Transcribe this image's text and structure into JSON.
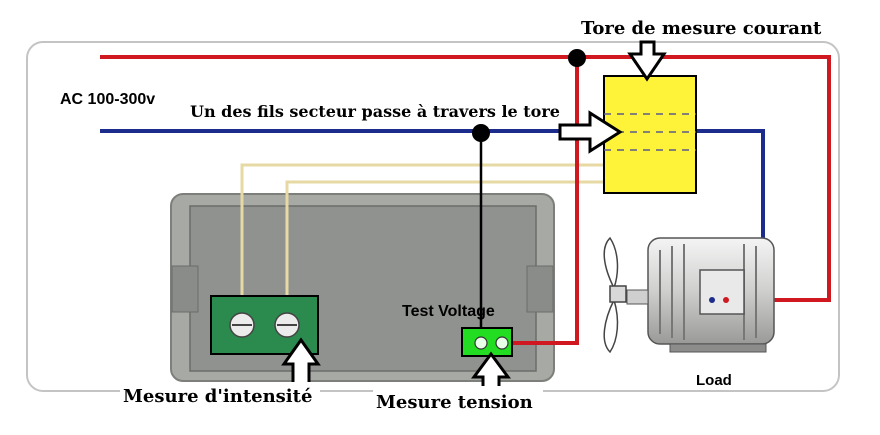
{
  "labels": {
    "supply": "AC 100-300v",
    "current_sensor": "Tore de mesure courant",
    "wire_through": "Un des fils secteur passe à travers le tore",
    "test_voltage": "Test Voltage",
    "current_measure": "Mesure d'intensité",
    "voltage_measure": "Mesure tension",
    "load": "Load"
  },
  "colors": {
    "live_wire": "#d01820",
    "neutral_wire": "#1c2c8c",
    "sensor_ring": "#fff33a",
    "meter_body": "#a9aba6",
    "meter_face": "#8e918d",
    "current_terminal": "#2b8a4e",
    "voltage_terminal": "#22dd22",
    "sense_wire": "#d9c98a"
  },
  "icons": [
    "arrow-down-icon",
    "arrow-right-icon",
    "arrow-up-icon",
    "fan-icon",
    "motor-icon"
  ]
}
